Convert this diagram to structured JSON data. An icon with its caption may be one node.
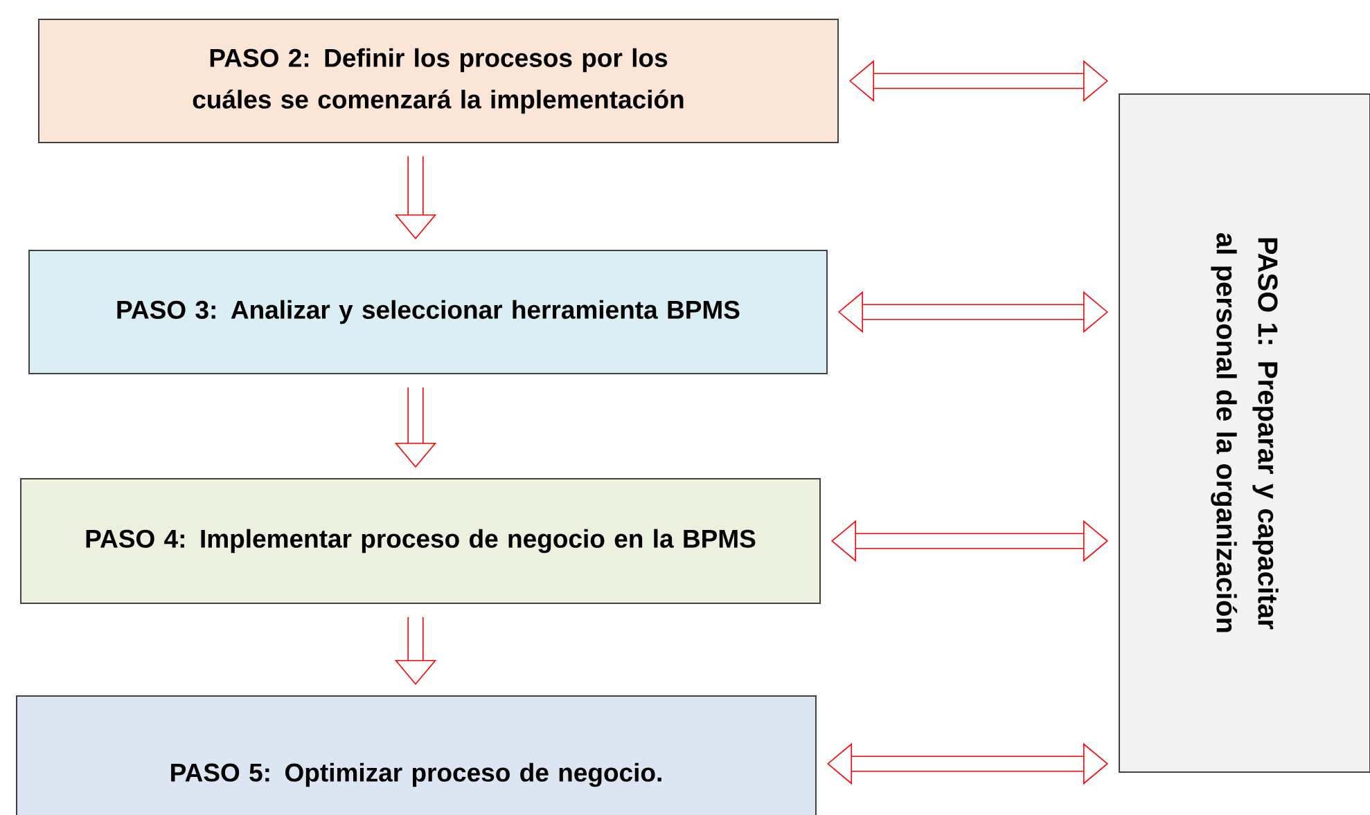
{
  "diagram": {
    "nodes": [
      {
        "text": [
          "PASO 2: Definir los procesos por los cuáles se comenzará la implementación"
        ]
      },
      {
        "text": [
          "PASO 3: Analizar y seleccionar herramienta BPMS"
        ]
      },
      {
        "text": [
          "PASO 4: Implementar proceso de negocio en la BPMS"
        ]
      },
      {
        "text": [
          "PASO 5: Optimizar proceso de negocio."
        ]
      },
      {
        "text": [
          "PASO 1: Preparar y capacitar al personal de la organización"
        ]
      }
    ],
    "edges": [
      {
        "from": 0,
        "to": 1,
        "arrow": "to"
      },
      {
        "from": 1,
        "to": 2,
        "arrow": "to"
      },
      {
        "from": 2,
        "to": 3,
        "arrow": "to"
      },
      {
        "from": 0,
        "to": 4,
        "arrow": "both"
      },
      {
        "from": 1,
        "to": 4,
        "arrow": "both"
      },
      {
        "from": 2,
        "to": 4,
        "arrow": "both"
      },
      {
        "from": 3,
        "to": 4,
        "arrow": "both"
      }
    ]
  }
}
